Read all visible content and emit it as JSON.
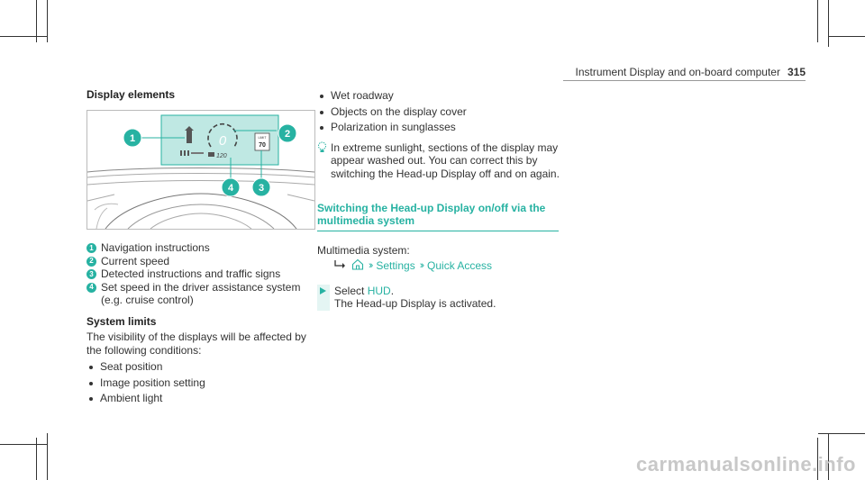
{
  "header": {
    "running_title": "Instrument Display and on-board computer",
    "page_number": "315"
  },
  "left": {
    "heading": "Display elements",
    "figure": {
      "callouts": [
        "1",
        "2",
        "4",
        "3"
      ],
      "speed_display": "0",
      "set_speed": "120",
      "limit_label": "LIMIT",
      "limit_value": "70"
    },
    "legend": [
      {
        "num": "1",
        "text": "Navigation instructions"
      },
      {
        "num": "2",
        "text": "Current speed"
      },
      {
        "num": "3",
        "text": "Detected instructions and traffic signs"
      },
      {
        "num": "4",
        "text": "Set speed in the driver assistance system (e.g. cruise control)"
      }
    ],
    "system_limits": {
      "title": "System limits",
      "intro": "The visibility of the displays will be affected by the following conditions:",
      "items": [
        "Seat position",
        "Image position setting",
        "Ambient light"
      ]
    }
  },
  "right": {
    "items": [
      "Wet roadway",
      "Objects on the display cover",
      "Polarization in sunglasses"
    ],
    "note": "In extreme sunlight, sections of the display may appear washed out. You can correct this by switching the Head-up Display off and on again.",
    "section_title": "Switching the Head-up Display on/off via the multimedia system",
    "mm_label": "Multimedia system:",
    "path": {
      "step1": "Settings",
      "step2": "Quick Access"
    },
    "action": {
      "select_prefix": "Select",
      "select_value": "HUD",
      "select_suffix": ".",
      "result": "The Head-up Display is activated."
    }
  },
  "watermark": "carmanualsonline.info",
  "colors": {
    "accent": "#27b2a2",
    "text": "#333333"
  }
}
